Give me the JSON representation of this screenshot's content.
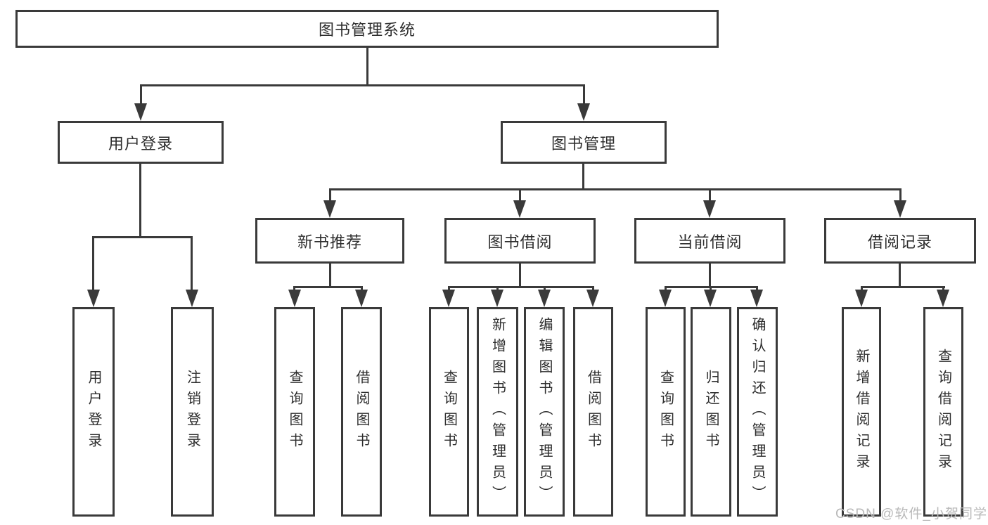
{
  "diagram": {
    "root": {
      "label": "图书管理系统"
    },
    "branches": [
      {
        "label": "用户登录",
        "children": [
          {
            "label": "用户登录"
          },
          {
            "label": "注销登录"
          }
        ]
      },
      {
        "label": "图书管理",
        "children": [
          {
            "label": "新书推荐",
            "children": [
              {
                "label": "查询图书"
              },
              {
                "label": "借阅图书"
              }
            ]
          },
          {
            "label": "图书借阅",
            "children": [
              {
                "label": "查询图书"
              },
              {
                "label": "新增图书（管理员）"
              },
              {
                "label": "编辑图书（管理员）"
              },
              {
                "label": "借阅图书"
              }
            ]
          },
          {
            "label": "当前借阅",
            "children": [
              {
                "label": "查询图书"
              },
              {
                "label": "归还图书"
              },
              {
                "label": "确认归还（管理员）"
              }
            ]
          },
          {
            "label": "借阅记录",
            "children": [
              {
                "label": "新增借阅记录"
              },
              {
                "label": "查询借阅记录"
              }
            ]
          }
        ]
      }
    ],
    "watermark": "CSDN @软件_小贺同学",
    "colors": {
      "line": "#3a3a3a",
      "text": "#2d2d2d",
      "watermark": "#b9b9b9",
      "background": "#ffffff"
    }
  }
}
